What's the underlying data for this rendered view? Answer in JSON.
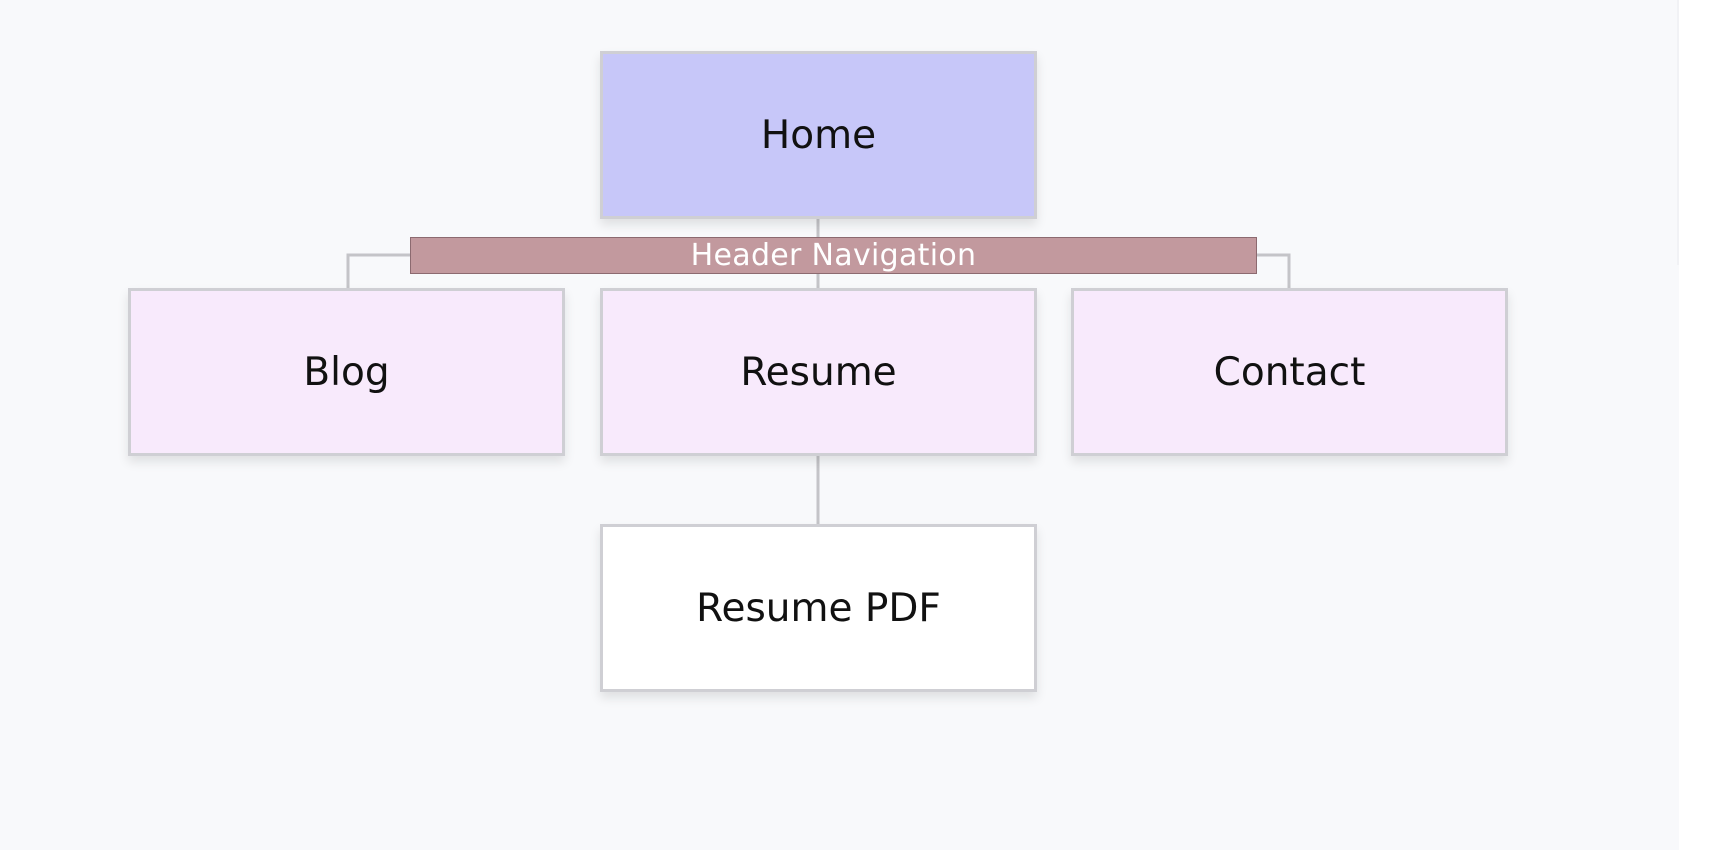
{
  "diagram": {
    "nodes": {
      "home": {
        "label": "Home",
        "fill": "#c7c7f9"
      },
      "blog": {
        "label": "Blog",
        "fill": "#f8eafc"
      },
      "resume": {
        "label": "Resume",
        "fill": "#f8eafc"
      },
      "contact": {
        "label": "Contact",
        "fill": "#f8eafc"
      },
      "resume_pdf": {
        "label": "Resume PDF",
        "fill": "#ffffff"
      }
    },
    "group_label": {
      "text": "Header Navigation",
      "fill": "#c2999e"
    },
    "links": [
      {
        "from": "Home",
        "to": "Blog"
      },
      {
        "from": "Home",
        "to": "Resume"
      },
      {
        "from": "Home",
        "to": "Contact"
      },
      {
        "from": "Resume",
        "to": "Resume PDF"
      }
    ],
    "connector_color": "#c4c4c8"
  }
}
